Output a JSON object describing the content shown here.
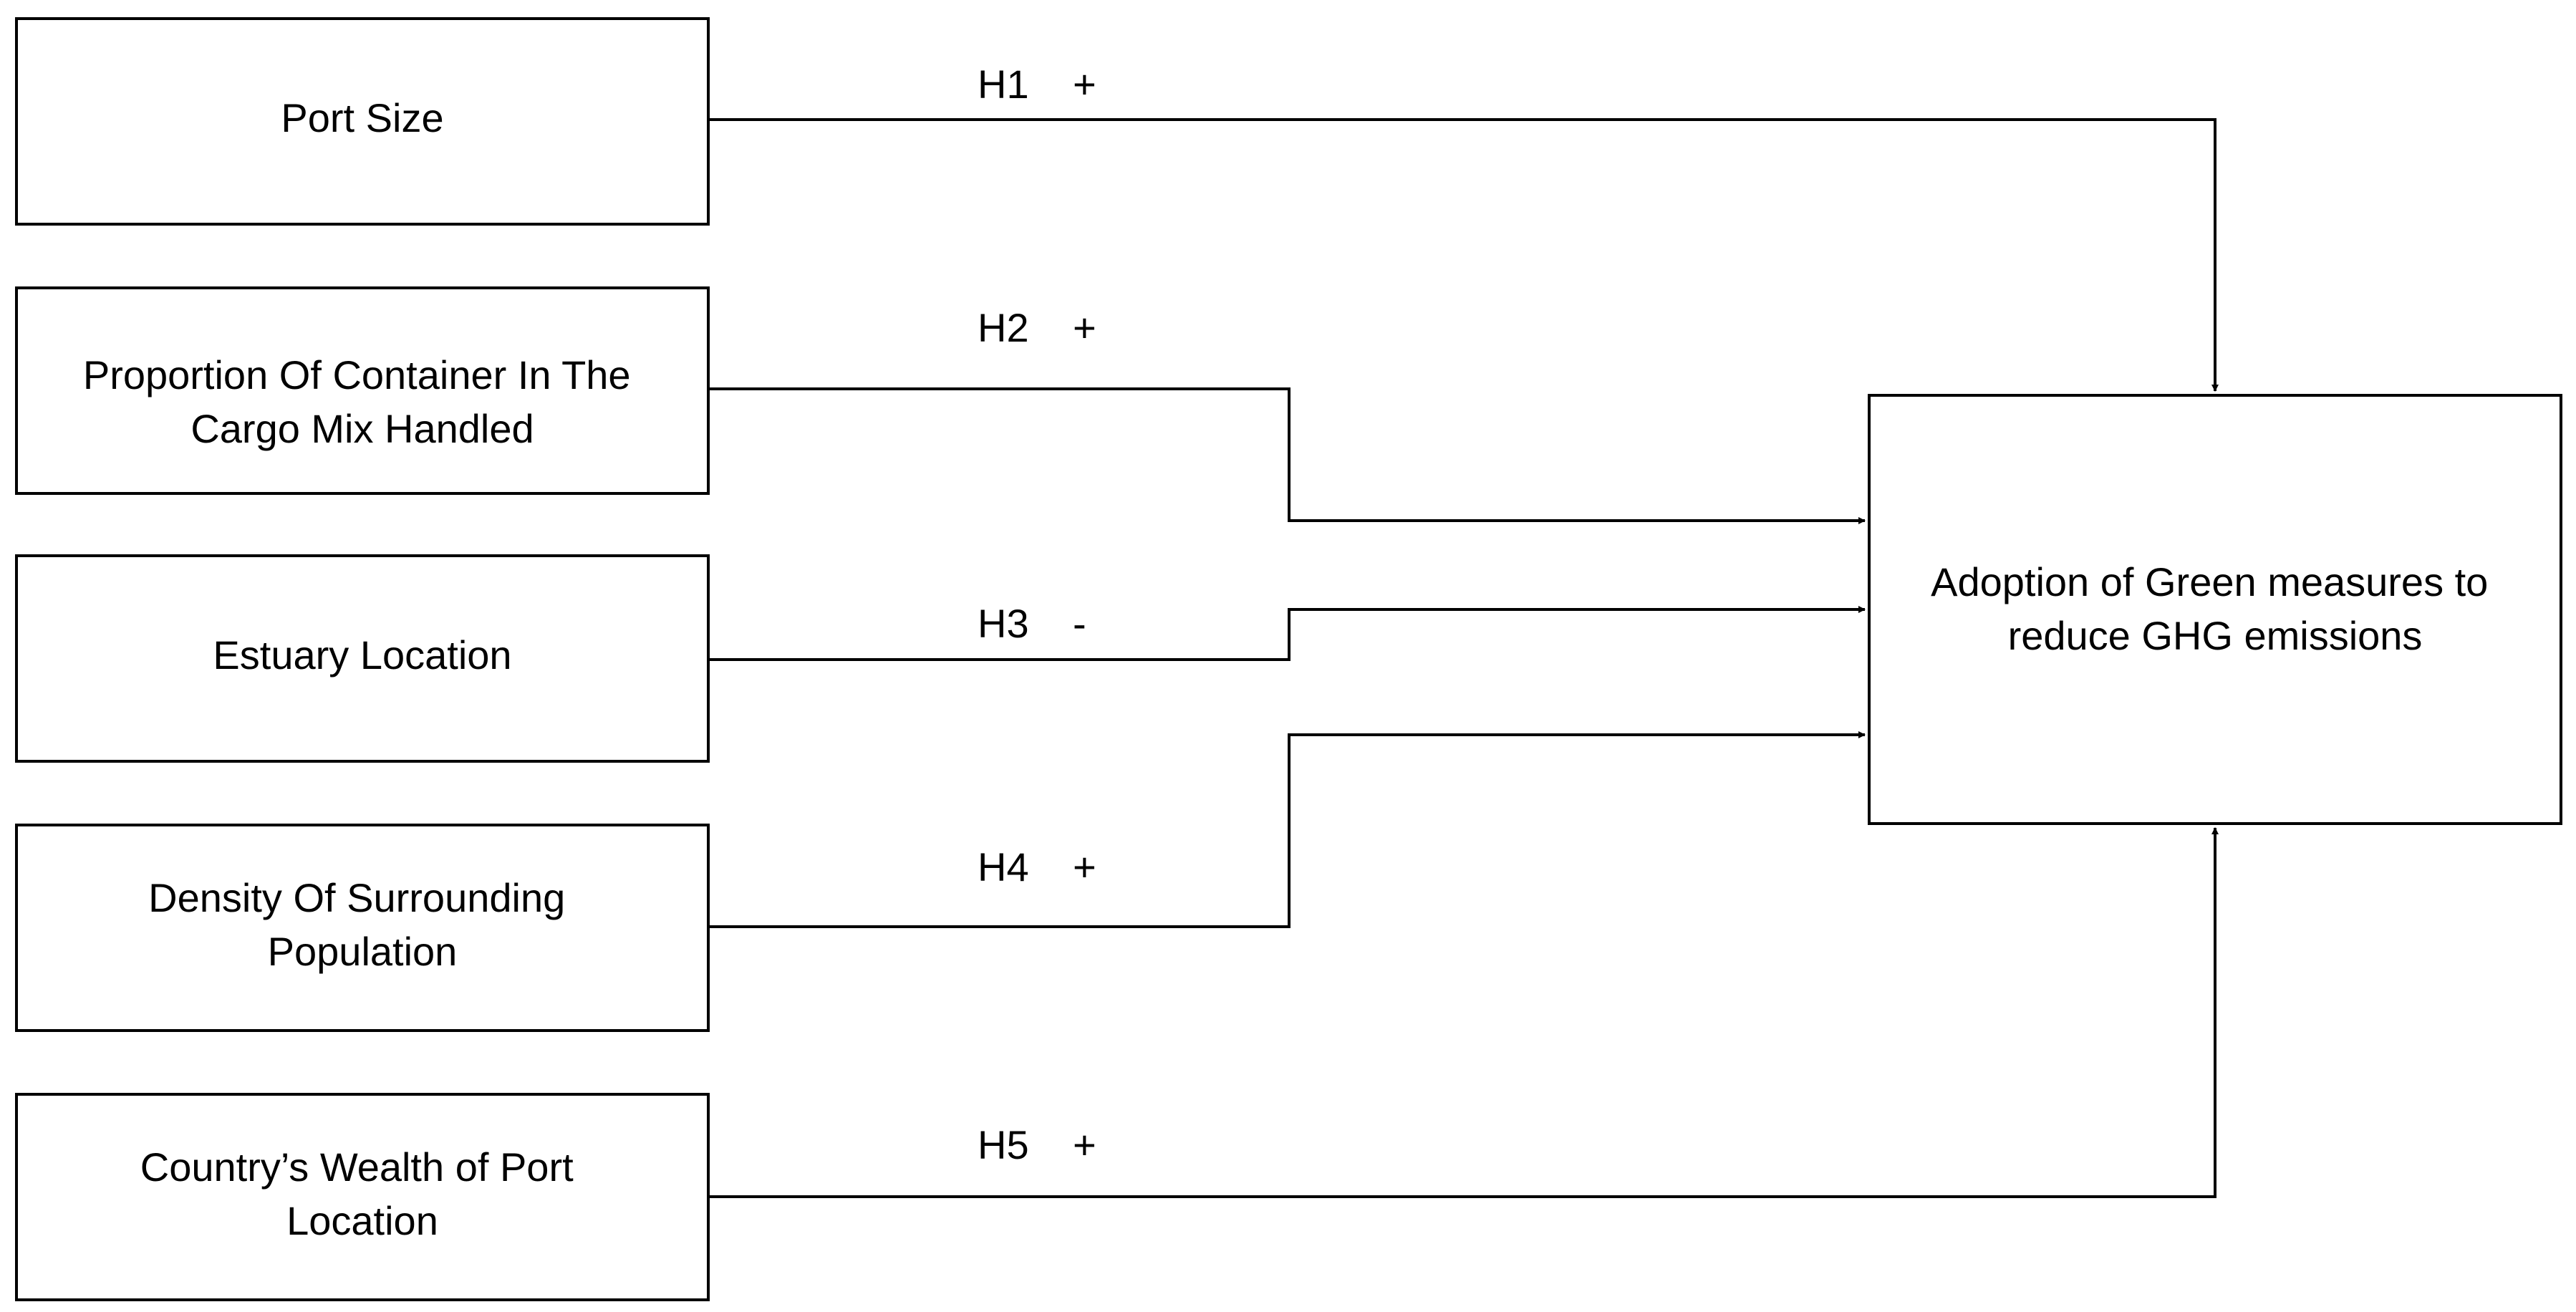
{
  "diagram": {
    "colors": {
      "background": "#ffffff",
      "line": "#000000",
      "text": "#000000"
    },
    "outcome": {
      "lines": [
        "Adoption of Green measures to",
        "reduce GHG emissions"
      ]
    },
    "predictors": [
      {
        "lines": [
          "Port Size"
        ],
        "hypothesis": "H1",
        "sign": "+"
      },
      {
        "lines": [
          "Proportion Of Container In The",
          "Cargo Mix Handled"
        ],
        "hypothesis": "H2",
        "sign": "+"
      },
      {
        "lines": [
          "Estuary Location"
        ],
        "hypothesis": "H3",
        "sign": "-"
      },
      {
        "lines": [
          "Density Of Surrounding",
          "Population"
        ],
        "hypothesis": "H4",
        "sign": "+"
      },
      {
        "lines": [
          "Country’s Wealth of Port",
          "Location"
        ],
        "hypothesis": "H5",
        "sign": "+"
      }
    ]
  }
}
